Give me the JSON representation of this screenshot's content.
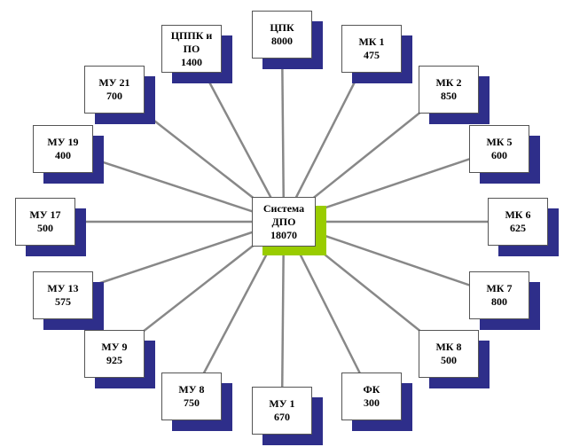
{
  "colors": {
    "connector": "#888888",
    "node_shadow": "#2e2e8a",
    "center_shadow": "#99cc00",
    "node_border": "#555555",
    "node_fill": "#ffffff"
  },
  "center": {
    "name_line1": "Система",
    "name_line2": "ДПО",
    "value": "18070"
  },
  "nodes": [
    {
      "id": "cpk",
      "name_line1": "ЦПК",
      "name_line2": "",
      "value": "8000"
    },
    {
      "id": "mk1",
      "name_line1": "МК 1",
      "name_line2": "",
      "value": "475"
    },
    {
      "id": "mk2",
      "name_line1": "МК 2",
      "name_line2": "",
      "value": "850"
    },
    {
      "id": "mk5",
      "name_line1": "МК 5",
      "name_line2": "",
      "value": "600"
    },
    {
      "id": "mk6",
      "name_line1": "МК 6",
      "name_line2": "",
      "value": "625"
    },
    {
      "id": "mk7",
      "name_line1": "МК 7",
      "name_line2": "",
      "value": "800"
    },
    {
      "id": "mk8",
      "name_line1": "МК 8",
      "name_line2": "",
      "value": "500"
    },
    {
      "id": "fk",
      "name_line1": "ФК",
      "name_line2": "",
      "value": "300"
    },
    {
      "id": "mu1",
      "name_line1": "МУ 1",
      "name_line2": "",
      "value": "670"
    },
    {
      "id": "mu8",
      "name_line1": "МУ 8",
      "name_line2": "",
      "value": "750"
    },
    {
      "id": "mu9",
      "name_line1": "МУ 9",
      "name_line2": "",
      "value": "925"
    },
    {
      "id": "mu13",
      "name_line1": "МУ 13",
      "name_line2": "",
      "value": "575"
    },
    {
      "id": "mu17",
      "name_line1": "МУ 17",
      "name_line2": "",
      "value": "500"
    },
    {
      "id": "mu19",
      "name_line1": "МУ 19",
      "name_line2": "",
      "value": "400"
    },
    {
      "id": "mu21",
      "name_line1": "МУ 21",
      "name_line2": "",
      "value": "700"
    },
    {
      "id": "cppk",
      "name_line1": "ЦППК и",
      "name_line2": "ПО",
      "value": "1400"
    }
  ]
}
